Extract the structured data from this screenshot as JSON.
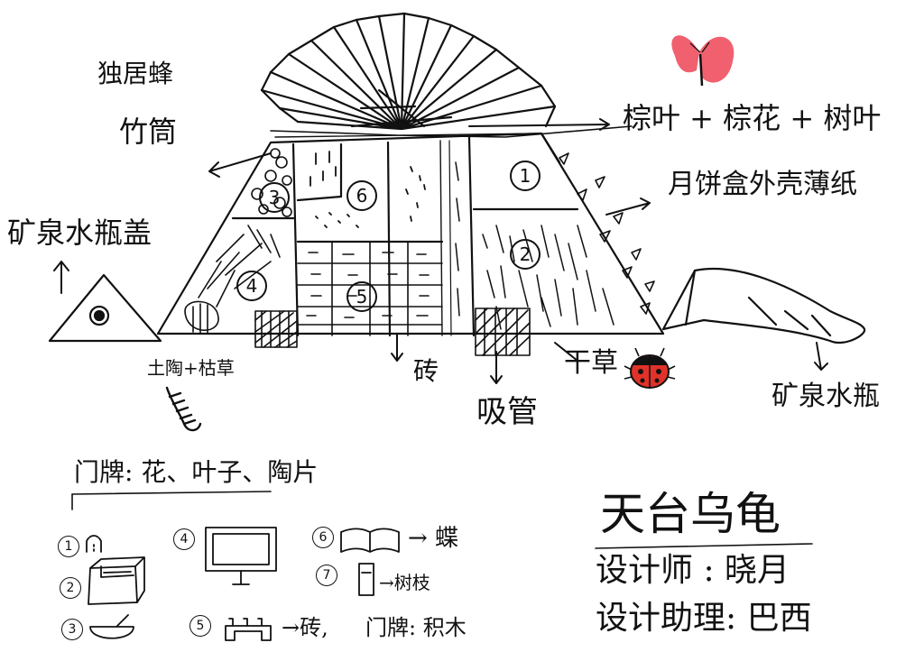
{
  "labels": {
    "left_top_1": "独居蜂",
    "left_top_2": "竹筒",
    "left_mid": "矿泉水瓶盖",
    "right_top": "棕叶 + 棕花 + 树叶",
    "right_mid": "月饼盒外壳薄纸",
    "bottom_left": "土陶+枯草",
    "brick": "砖",
    "straw": "吸管",
    "hay": "干草",
    "right_bottom": "矿泉水瓶"
  },
  "sections": [
    "1",
    "2",
    "3",
    "4",
    "5",
    "6"
  ],
  "legend": {
    "heading": "门牌: 花、叶子、陶片",
    "items": [
      {
        "num": "1",
        "text": ""
      },
      {
        "num": "2",
        "text": ""
      },
      {
        "num": "3",
        "text": ""
      },
      {
        "num": "4",
        "text": ""
      },
      {
        "num": "5",
        "text": "→砖,"
      },
      {
        "num": "6",
        "text": "→ 蝶"
      },
      {
        "num": "7",
        "text": "→树枝"
      }
    ],
    "extra": "门牌: 积木"
  },
  "title": {
    "name": "天台乌龟",
    "designer": "设计师 : 晓月",
    "assistant": "设计助理: 巴西"
  },
  "colors": {
    "ink": "#111111",
    "butterfly": "#f0606f",
    "ladybug_red": "#e0322a"
  }
}
